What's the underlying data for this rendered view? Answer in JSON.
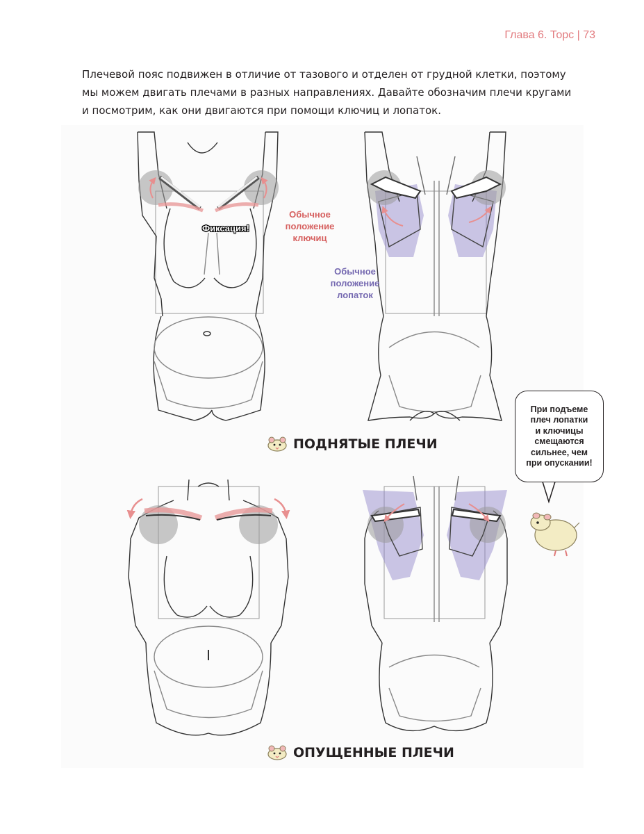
{
  "header": {
    "text": "Глава 6. Торс | 73"
  },
  "intro": {
    "lines": [
      "Плечевой пояс подвижен в отличие от тазового и отделен от грудной клетки, поэтому",
      "мы можем двигать плечами в разных направлениях. Давайте обозначим плечи кругами",
      "и посмотрим, как они двигаются при помощи ключиц и лопаток."
    ]
  },
  "labels": {
    "fixation": "Фиксация!",
    "clavicle_normal": [
      "Обычное",
      "положение",
      "ключиц"
    ],
    "scapula_normal": [
      "Обычное",
      "положение",
      "лопаток"
    ]
  },
  "captions": {
    "raised": "ПОДНЯТЫЕ ПЛЕЧИ",
    "lowered": "ОПУЩЕННЫЕ ПЛЕЧИ"
  },
  "bubble": {
    "lines": [
      "При подъеме",
      "плеч лопатки",
      "и ключицы",
      "смещаются",
      "сильнее, чем",
      "при опускании!"
    ]
  },
  "colors": {
    "header": "#e27a7e",
    "clavicle_red": "#d6605f",
    "scapula_purple": "#7468b0",
    "shoulder_circle": "#9a9a9a"
  },
  "icons": [
    "hamster-icon",
    "hamster-mascot-icon"
  ]
}
